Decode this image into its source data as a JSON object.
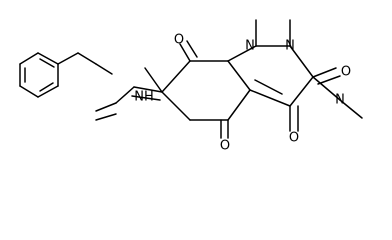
{
  "structure": {
    "atom_labels": {
      "nh_linker": "NH",
      "n_ring_8": "N",
      "n_ring_1": "N",
      "n_ring_3": "N",
      "o_c7": "O",
      "o_c5": "O",
      "o_c4": "O",
      "o_c2": "O"
    },
    "colors": {
      "bond": "#000000",
      "label": "#000000",
      "background": "#ffffff"
    }
  }
}
